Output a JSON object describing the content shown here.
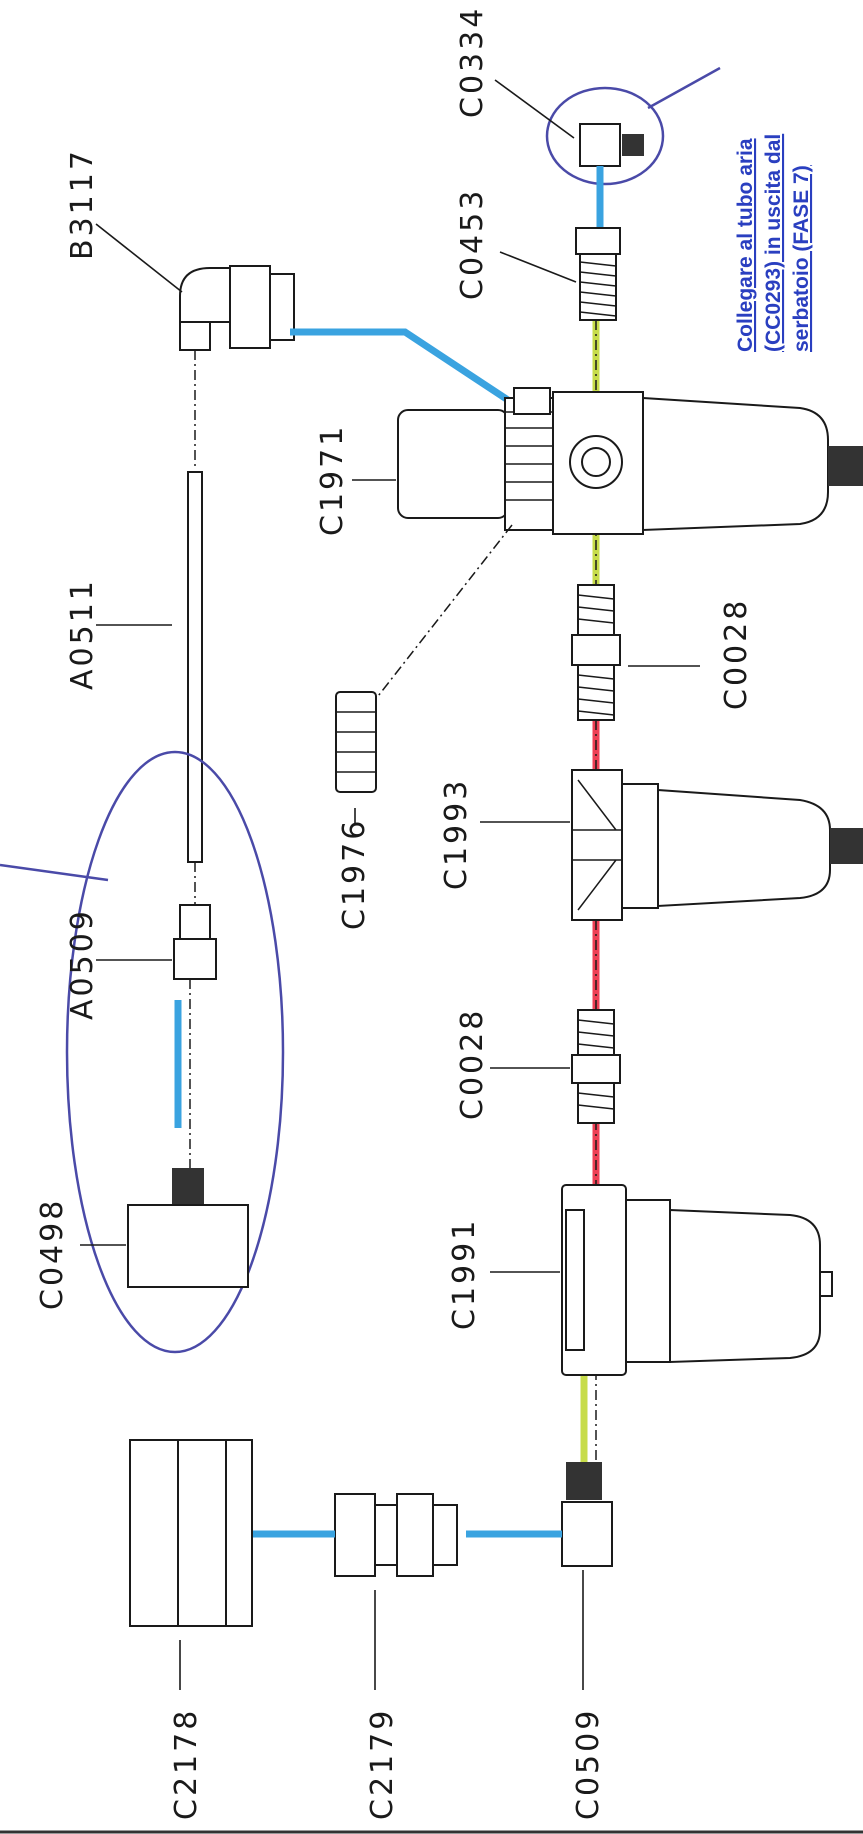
{
  "parts": {
    "c0334": "C0334",
    "b3117": "B3117",
    "c0453": "C0453",
    "c1971": "C1971",
    "a0511": "A0511",
    "c0028_top": "C0028",
    "c1976": "C1976",
    "c1993": "C1993",
    "a0509": "A0509",
    "c0028_bottom": "C0028",
    "c0498": "C0498",
    "c1991": "C1991",
    "c2178": "C2178",
    "c2179": "C2179",
    "c0509": "C0509"
  },
  "note": {
    "line1": "Collegare al tubo aria",
    "line2": "(CC0293) in uscita dal",
    "line3": "serbatoio (FASE 7)"
  },
  "colors": {
    "air_hose": "#3aa3e0",
    "yellow_link": "#c7dc4a",
    "red_link": "#ee4055",
    "highlight_ring": "#4a4aa8",
    "note_text": "#2a3fc0"
  }
}
